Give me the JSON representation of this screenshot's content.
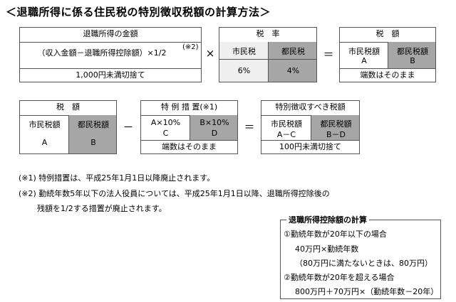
{
  "title": "＜退職所得に係る住民税の特別徴収税額の計算方法＞",
  "formula1": {
    "box_income": {
      "header": "退職所得の金額",
      "body": "（収入金額－退職所得控除額）×1/2",
      "note_mark": "(※2)",
      "footer": "1,000円未満切捨て"
    },
    "op_times": "×",
    "box_rate": {
      "header": "税　率",
      "col1_label": "市民税",
      "col2_label": "都民税",
      "col1_value": "6%",
      "col2_value": "4%"
    },
    "op_equals": "＝",
    "box_tax": {
      "header": "税　額",
      "col1_label": "市民税額",
      "col2_label": "都民税額",
      "col1_value": "A",
      "col2_value": "B",
      "footer": "端数はそのまま"
    }
  },
  "formula2": {
    "box_tax": {
      "header": "税　額",
      "col1_label": "市民税額",
      "col2_label": "都民税額",
      "col1_value": "A",
      "col2_value": "B"
    },
    "op_minus": "－",
    "box_special": {
      "header": "特 例 措 置(※1)",
      "col1_formula": "A×10%",
      "col2_formula": "B×10%",
      "col1_value": "C",
      "col2_value": "D",
      "footer": "端数はそのまま"
    },
    "op_equals": "＝",
    "box_result": {
      "header": "特別徴収すべき税額",
      "col1_label": "市民税額",
      "col2_label": "都民税額",
      "col1_value": "A－C",
      "col2_value": "B－D",
      "footer": "100円未満切捨て"
    }
  },
  "notes": [
    "(※1)  特例措置は、平成25年1月1日以降廃止されます。",
    "(※2)  勤続年数5年以下の法人役員については、平成25年1月1日以降、退職所得控除後の",
    "残額を1/2する措置が廃止されます。"
  ],
  "sidebox": {
    "title": "退職所得控除額の計算",
    "lines": [
      "①勤続年数が20年以下の場合",
      "40万円×勤続年数",
      "（80万円に満たないときは、80万円）",
      "②勤続年数が20年を超える場合",
      "800万円＋70万円×（勤続年数－20年）"
    ]
  }
}
